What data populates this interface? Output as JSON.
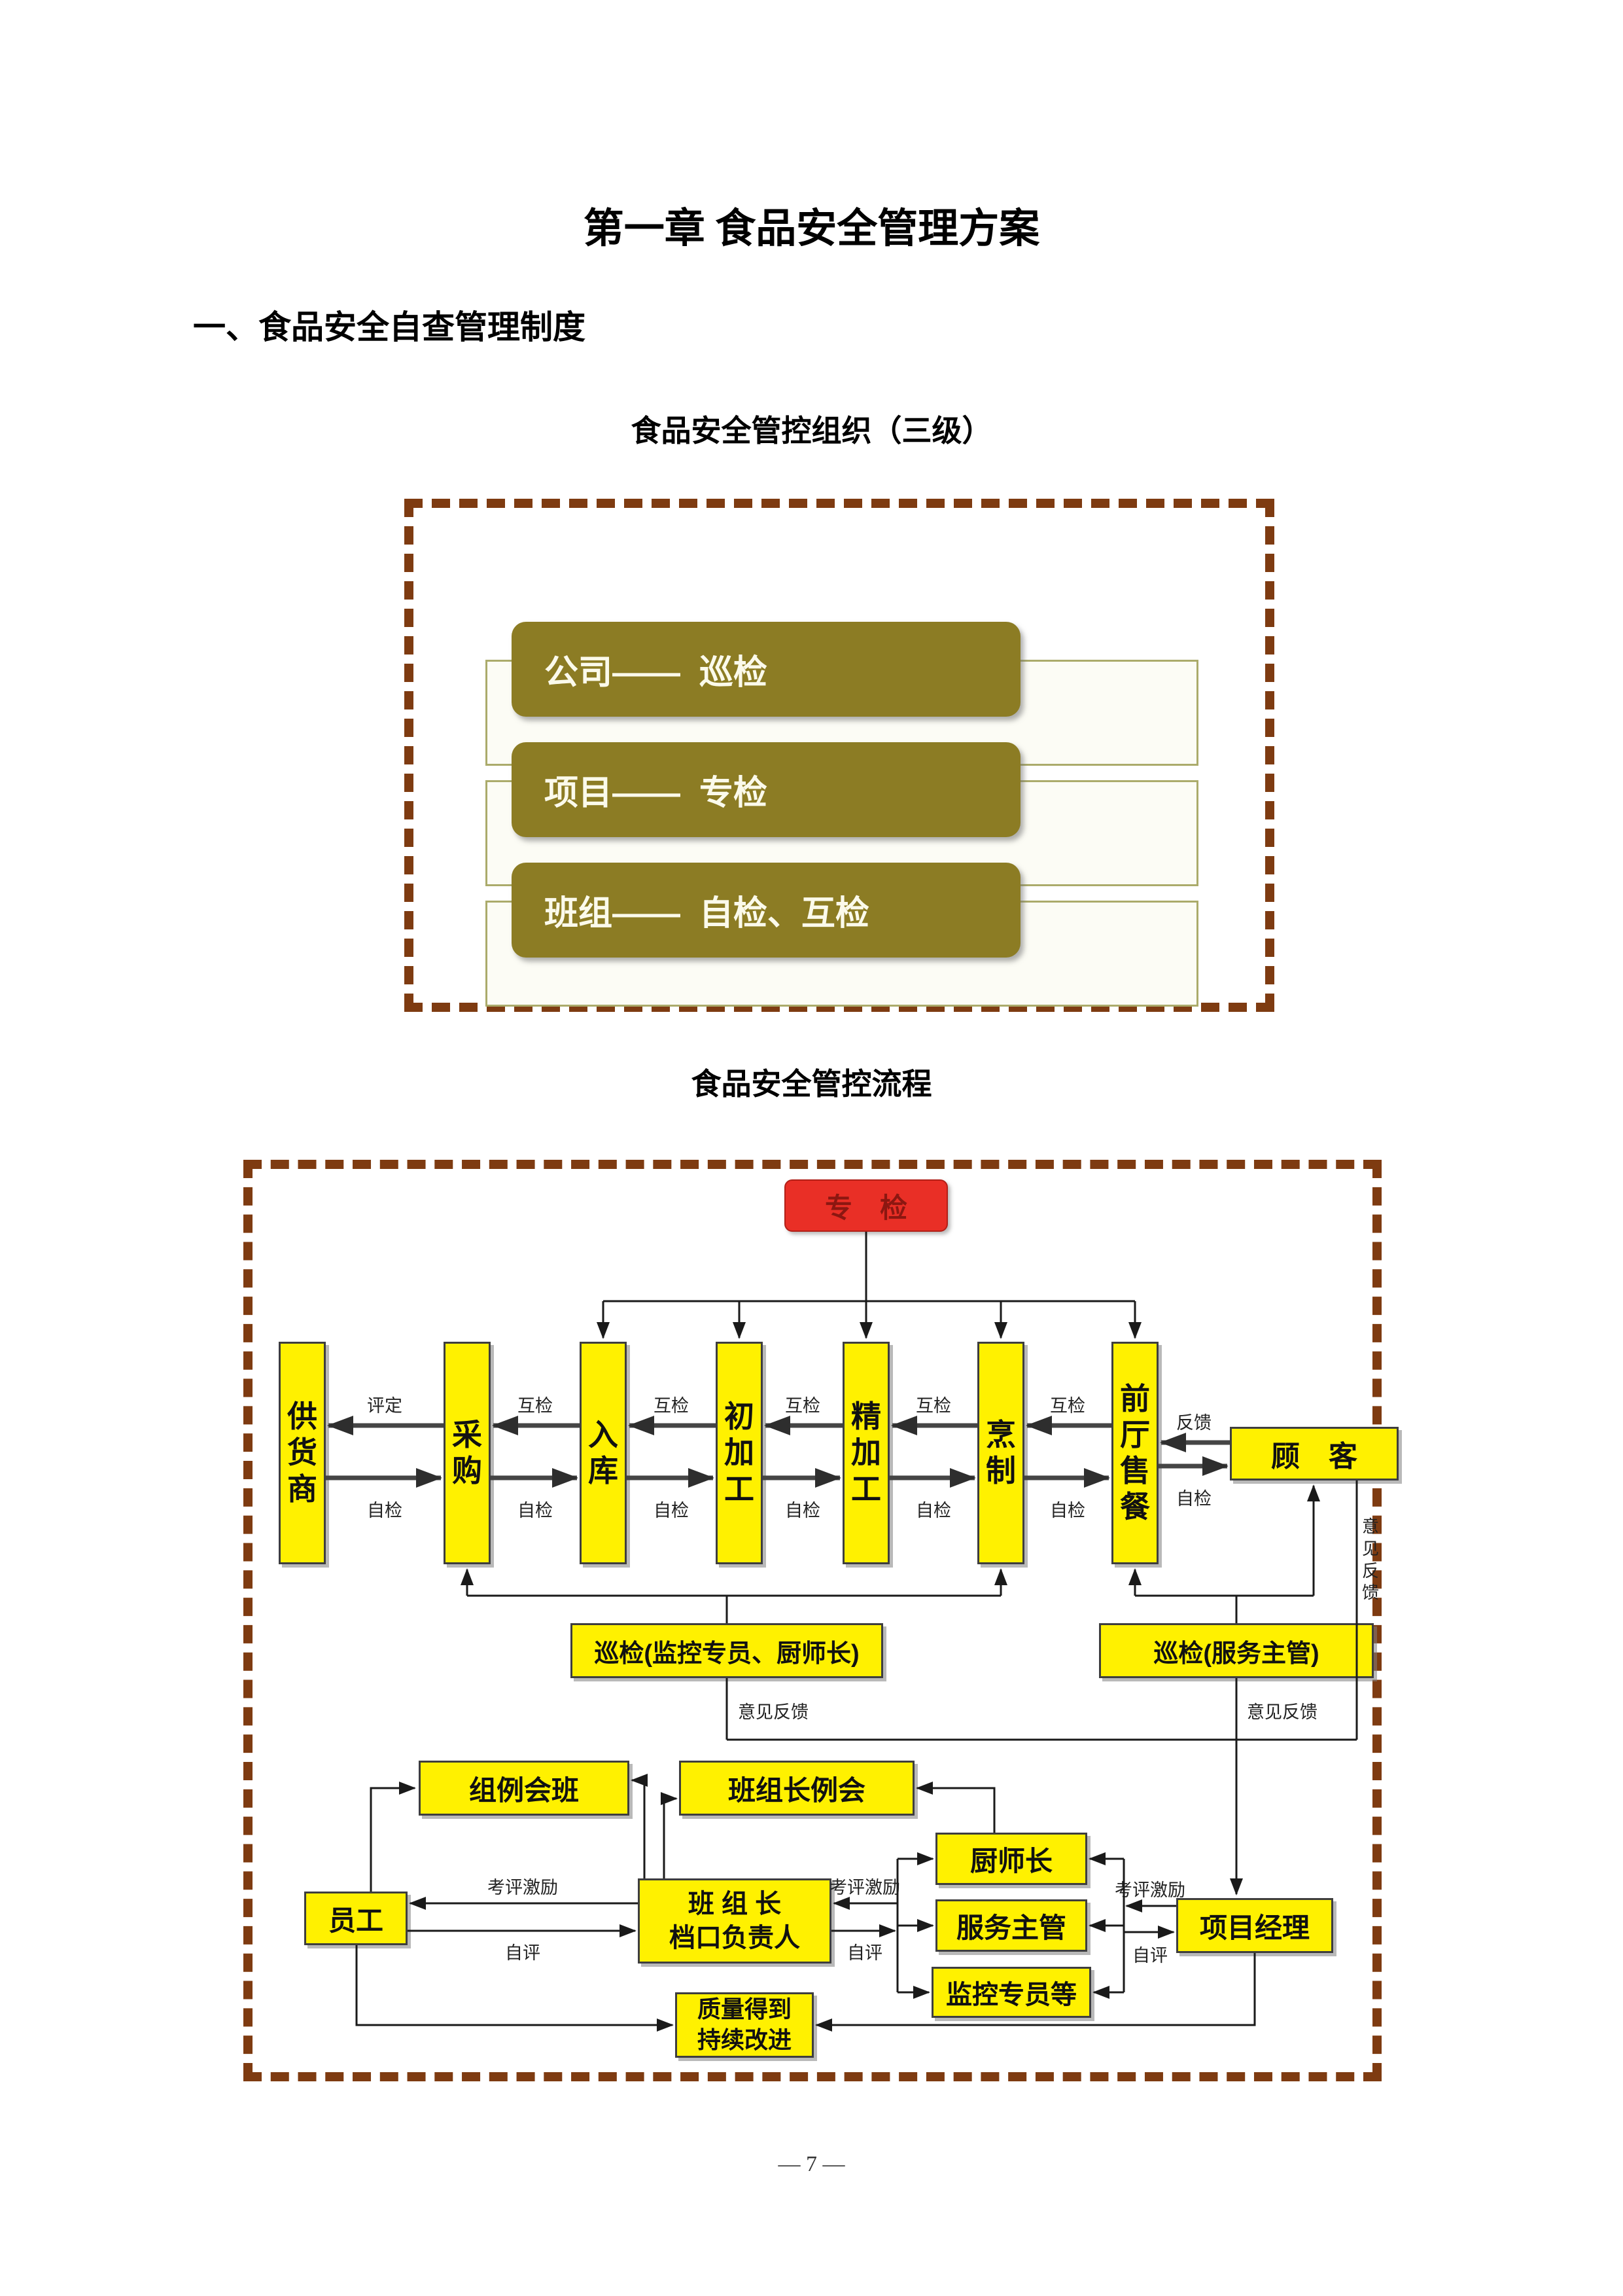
{
  "page": {
    "chapter_title": "第一章 食品安全管理方案",
    "section_heading": "一、食品安全自查管理制度",
    "page_number": "— 7 —"
  },
  "org_chart": {
    "title": "食品安全管控组织（三级）",
    "levels": [
      "公司——  巡检",
      "项目——  专检",
      "班组——  自检、互检"
    ]
  },
  "flow": {
    "title": "食品安全管控流程",
    "top_node": "专　检",
    "main_nodes": [
      "供货商",
      "采购",
      "入库",
      "初加工",
      "精加工",
      "烹制",
      "前厅售餐"
    ],
    "customer_node": "顾　客",
    "gaps": [
      {
        "top": "评定",
        "bottom": "自检"
      },
      {
        "top": "互检",
        "bottom": "自检"
      },
      {
        "top": "互检",
        "bottom": "自检"
      },
      {
        "top": "互检",
        "bottom": "自检"
      },
      {
        "top": "互检",
        "bottom": "自检"
      },
      {
        "top": "互检",
        "bottom": "自检"
      },
      {
        "top": "反馈",
        "bottom": "自检"
      }
    ],
    "patrol_left": "巡检(监控专员、厨师长)",
    "patrol_right": "巡检(服务主管)",
    "feedback_label": "意见反馈",
    "eval_top": "考评激励",
    "eval_bottom": "自评",
    "bottom_nodes": {
      "group_meeting": "组例会班",
      "leader_meeting": "班组长例会",
      "staff": "员工",
      "team_leader": "班 组 长\n档口负责人",
      "head_chef": "厨师长",
      "service_supervisor": "服务主管",
      "monitor": "监控专员等",
      "project_manager": "项目经理",
      "quality": "质量得到\n持续改进"
    }
  },
  "colors": {
    "highlight_yellow": "#FFF100",
    "alert_red": "#E92F26",
    "olive": "#8C7C24",
    "border_brown": "#7E3B11"
  }
}
